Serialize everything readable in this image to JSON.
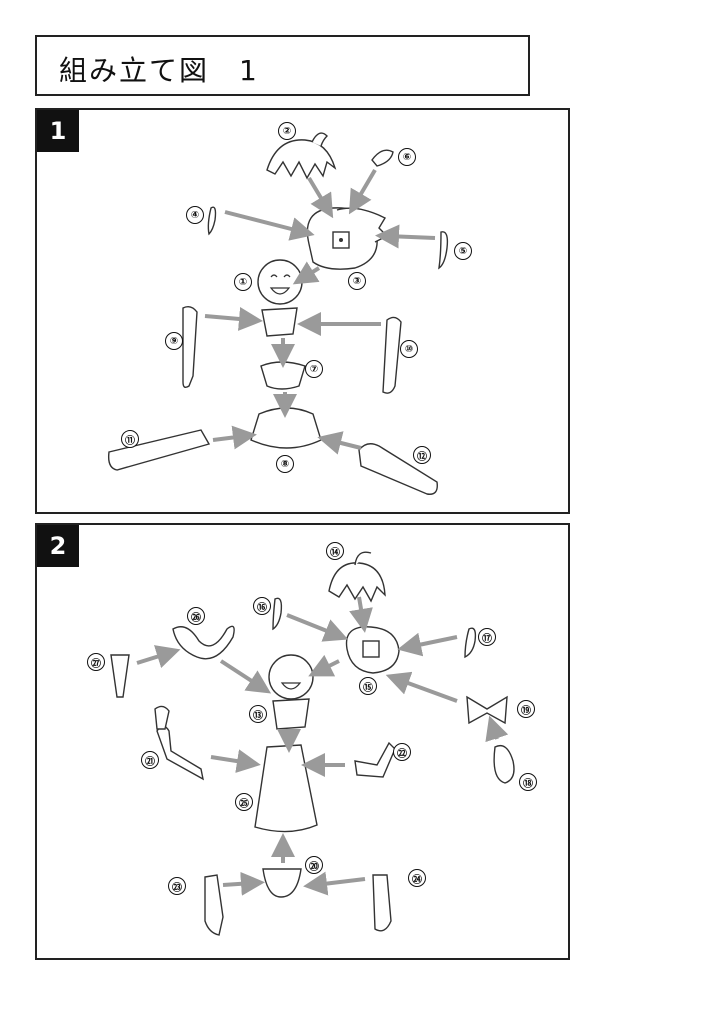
{
  "title": "組み立て図　1",
  "panels": [
    {
      "label": "1",
      "parts": [
        {
          "id": "1",
          "label": "①"
        },
        {
          "id": "2",
          "label": "②"
        },
        {
          "id": "3",
          "label": "③"
        },
        {
          "id": "4",
          "label": "④"
        },
        {
          "id": "5",
          "label": "⑤"
        },
        {
          "id": "6",
          "label": "⑥"
        },
        {
          "id": "7",
          "label": "⑦"
        },
        {
          "id": "8",
          "label": "⑧"
        },
        {
          "id": "9",
          "label": "⑨"
        },
        {
          "id": "10",
          "label": "⑩"
        },
        {
          "id": "11",
          "label": "⑪"
        },
        {
          "id": "12",
          "label": "⑫"
        }
      ]
    },
    {
      "label": "2",
      "parts": [
        {
          "id": "13",
          "label": "⑬"
        },
        {
          "id": "14",
          "label": "⑭"
        },
        {
          "id": "15",
          "label": "⑮"
        },
        {
          "id": "16",
          "label": "⑯"
        },
        {
          "id": "17",
          "label": "⑰"
        },
        {
          "id": "18",
          "label": "⑱"
        },
        {
          "id": "19",
          "label": "⑲"
        },
        {
          "id": "20",
          "label": "⑳"
        },
        {
          "id": "21",
          "label": "㉑"
        },
        {
          "id": "22",
          "label": "㉒"
        },
        {
          "id": "23",
          "label": "㉓"
        },
        {
          "id": "24",
          "label": "㉔"
        },
        {
          "id": "25",
          "label": "㉕"
        },
        {
          "id": "26",
          "label": "㉖"
        },
        {
          "id": "27",
          "label": "㉗"
        }
      ]
    }
  ],
  "colors": {
    "arrow": "#9a9a9a",
    "line": "#333333",
    "badge": "#111111"
  }
}
